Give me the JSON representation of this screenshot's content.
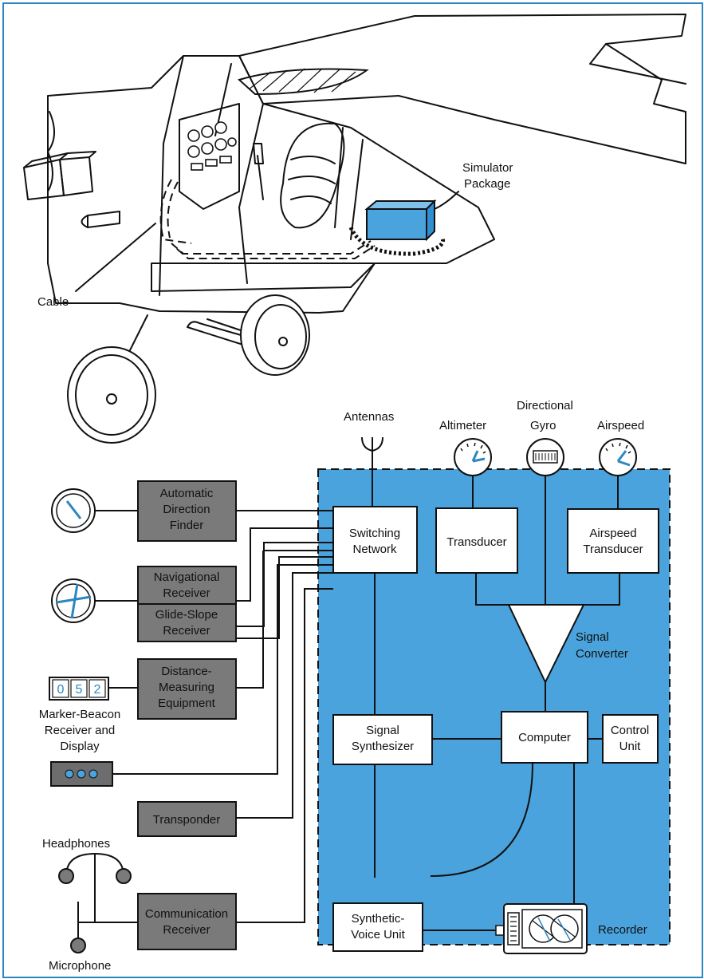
{
  "airplane": {
    "cable_label": "Cable",
    "package_label_line1": "Simulator",
    "package_label_line2": "Package"
  },
  "antennas_label": "Antennas",
  "gauges": {
    "altimeter": "Altimeter",
    "directional_gyro_line1": "Directional",
    "directional_gyro_line2": "Gyro",
    "airspeed": "Airspeed"
  },
  "left_units": {
    "adf": [
      "Automatic",
      "Direction",
      "Finder"
    ],
    "nav": [
      "Navigational",
      "Receiver"
    ],
    "glide": [
      "Glide-Slope",
      "Receiver"
    ],
    "dme": [
      "Distance-",
      "Measuring",
      "Equipment"
    ],
    "transponder": "Transponder",
    "comm": [
      "Communication",
      "Receiver"
    ]
  },
  "dme_display": [
    "0",
    "5",
    "2"
  ],
  "marker_beacon": [
    "Marker-Beacon",
    "Receiver and",
    "Display"
  ],
  "headphones_label": "Headphones",
  "microphone_label": "Microphone",
  "simulator": {
    "switching": [
      "Switching",
      "Network"
    ],
    "transducer": "Transducer",
    "airspeed_transducer": [
      "Airspeed",
      "Transducer"
    ],
    "signal_converter": [
      "Signal",
      "Converter"
    ],
    "signal_synthesizer": [
      "Signal",
      "Synthesizer"
    ],
    "computer": "Computer",
    "control_unit": [
      "Control",
      "Unit"
    ],
    "voice_unit": [
      "Synthetic-",
      "Voice Unit"
    ],
    "recorder": "Recorder"
  },
  "colors": {
    "frame": "#2e86c1",
    "package_fill": "#4aa3dc",
    "simulator_area": "#4aa3dc",
    "dark_box": "#7a7a7a"
  }
}
